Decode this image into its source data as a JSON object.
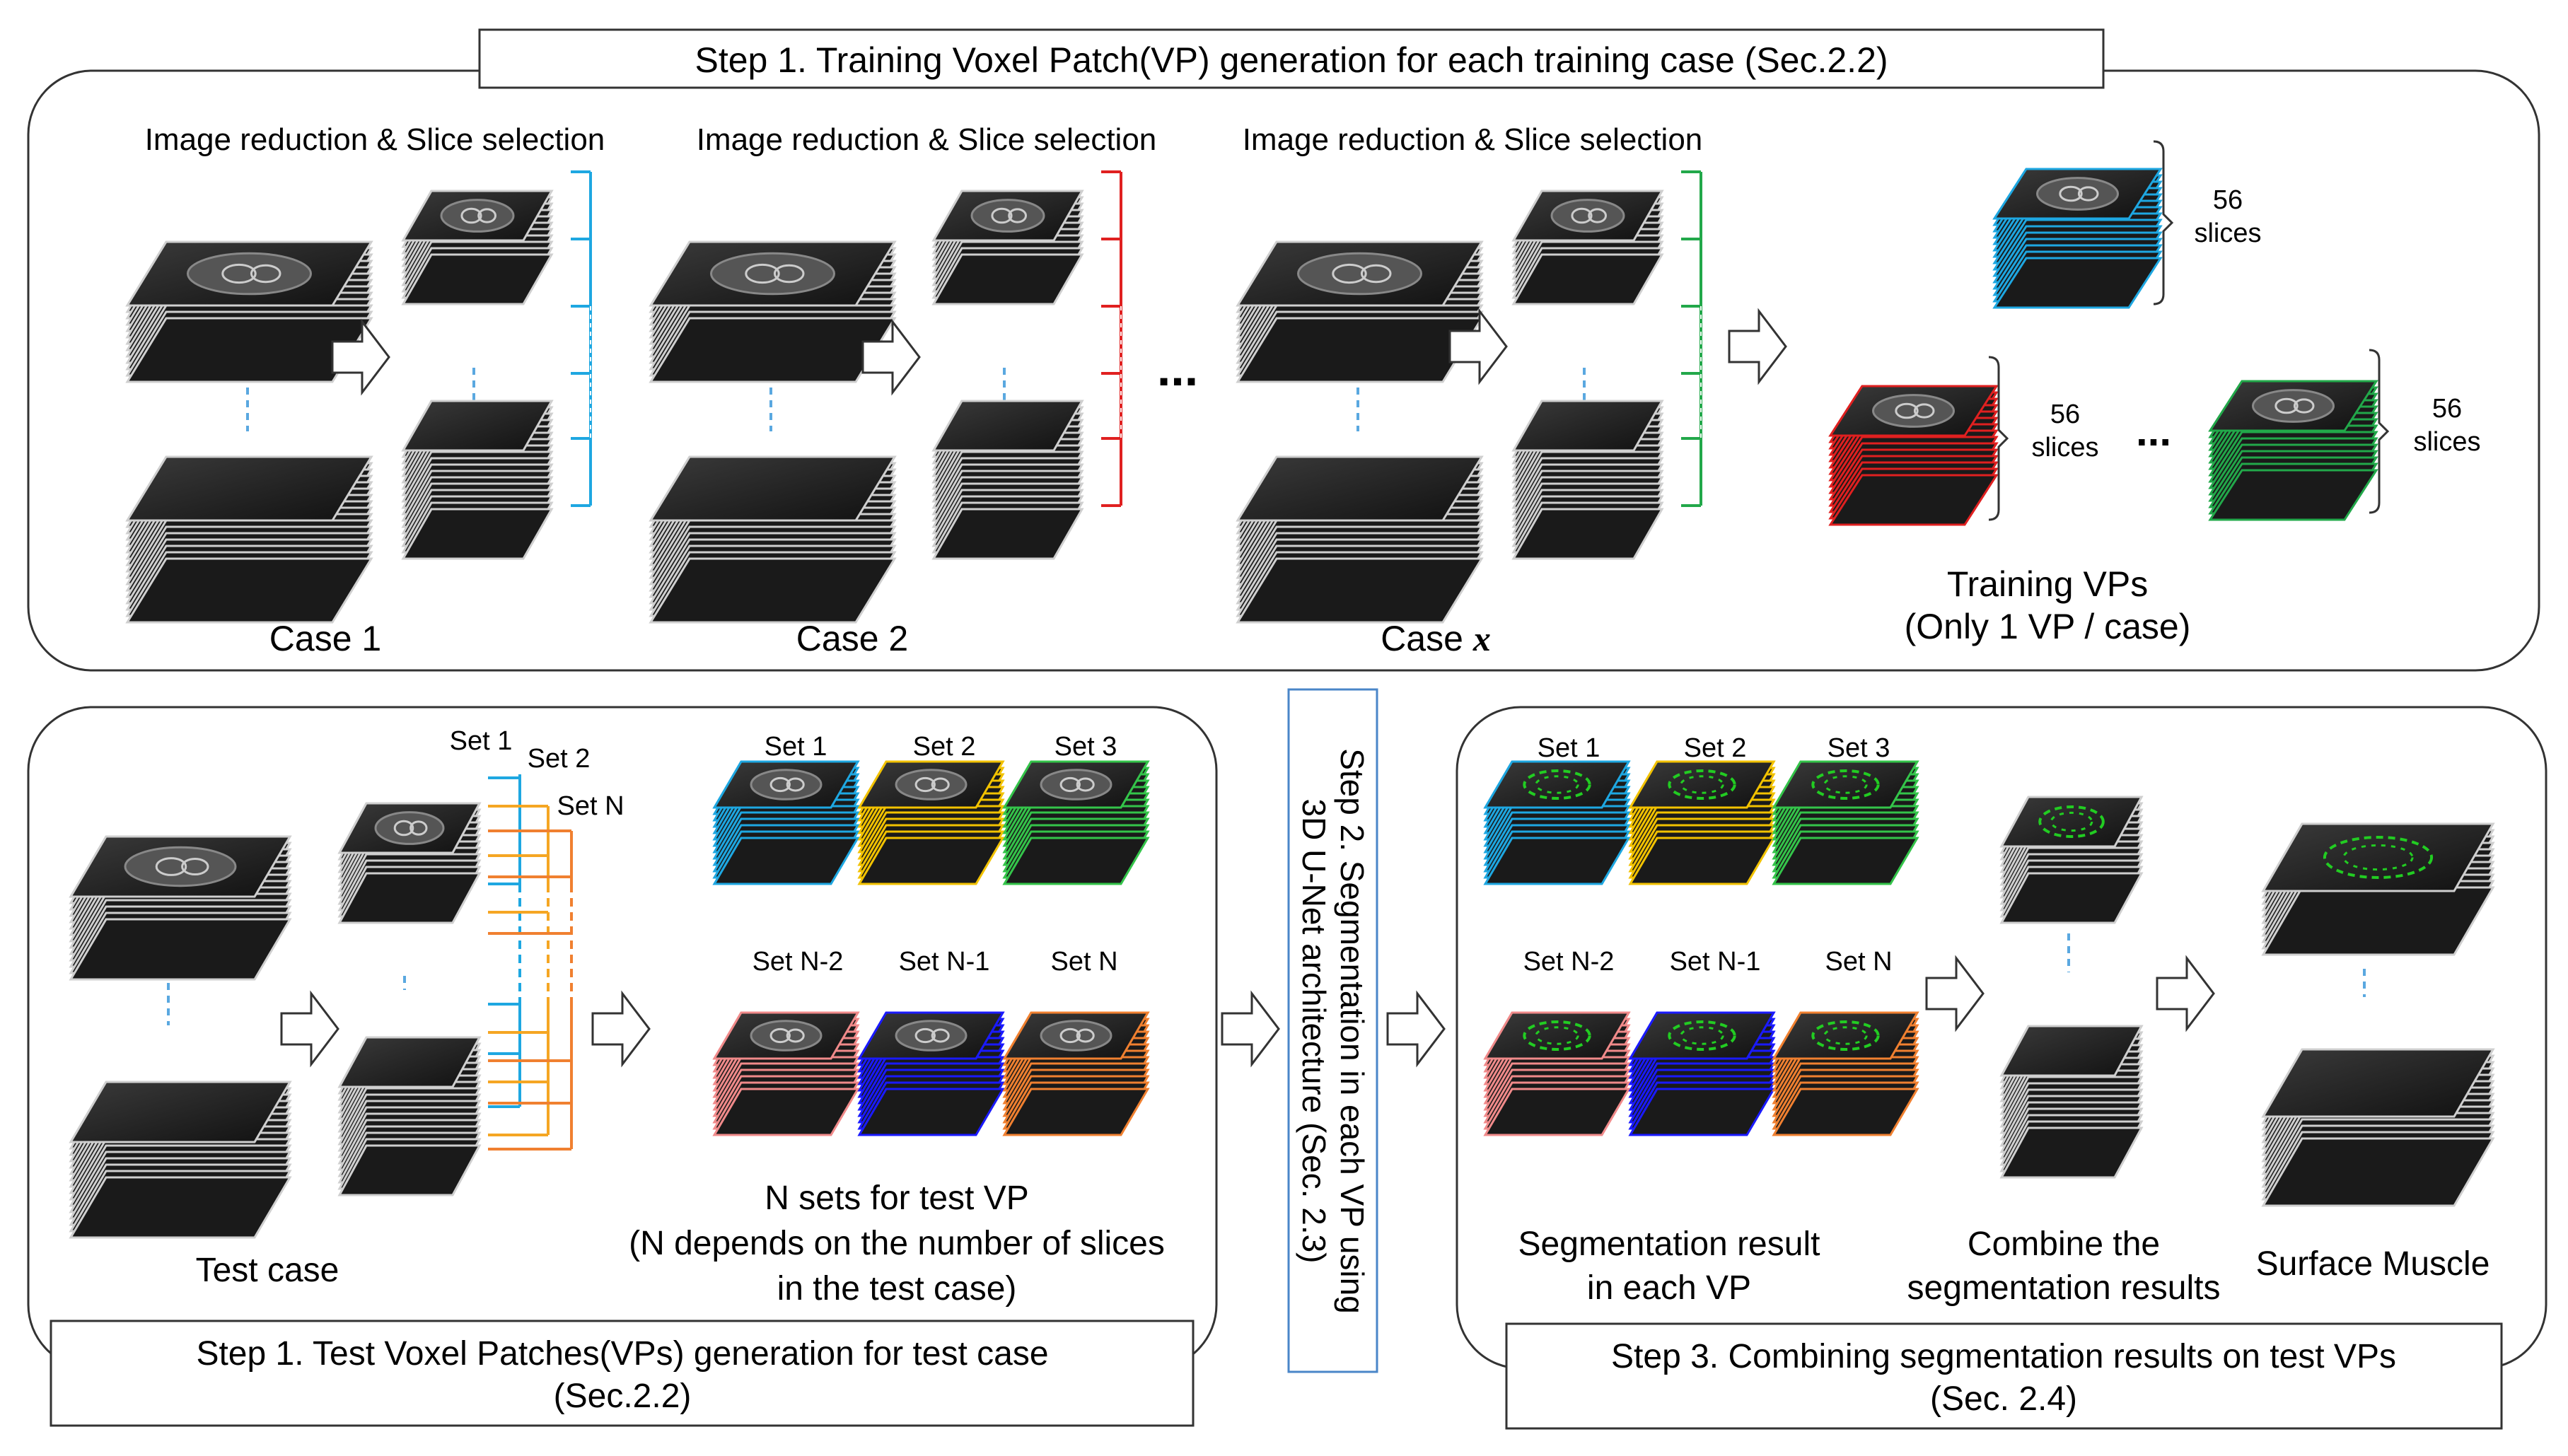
{
  "diagram": {
    "training_panel": {
      "title": "Step 1. Training Voxel Patch(VP) generation for each training case (Sec.2.2)",
      "cases": [
        {
          "heading": "Image reduction & Slice selection",
          "label": "Case 1",
          "bracket_color": "#1ea7e1"
        },
        {
          "heading": "Image reduction & Slice selection",
          "label": "Case 2",
          "bracket_color": "#e02020"
        },
        {
          "heading": "Image reduction & Slice selection",
          "label_prefix": "Case ",
          "label_var": "x",
          "bracket_color": "#22a84a"
        }
      ],
      "ellipsis": "...",
      "vps": [
        {
          "color": "#1ea7e1",
          "count": "56",
          "unit": "slices"
        },
        {
          "color": "#e02020",
          "count": "56",
          "unit": "slices"
        },
        {
          "color": "#22a84a",
          "count": "56",
          "unit": "slices"
        }
      ],
      "vp_ellipsis": "...",
      "caption_line1": "Training VPs",
      "caption_line2": "(Only 1 VP / case)"
    },
    "test_panel": {
      "title_line1": "Step 1. Test Voxel Patches(VPs) generation for test case",
      "title_line2": "(Sec.2.2)",
      "test_case_label": "Test case",
      "set_labels": [
        "Set 1",
        "Set 2",
        "Set N"
      ],
      "set_line_colors": [
        "#1ea7e1",
        "#f5a623",
        "#f08030"
      ],
      "vp_sets": [
        {
          "label": "Set 1",
          "color": "#1ea7e1"
        },
        {
          "label": "Set 2",
          "color": "#f2c200"
        },
        {
          "label": "Set 3",
          "color": "#34c44a"
        },
        {
          "label": "Set N-2",
          "color": "#f08a8a"
        },
        {
          "label": "Set N-1",
          "color": "#1a1aff"
        },
        {
          "label": "Set N",
          "color": "#f08030"
        }
      ],
      "caption_line1": "N sets for test VP",
      "caption_line2": "(N depends  on the number  of slices",
      "caption_line3": "in the test case)"
    },
    "step2": {
      "line1": "Step 2. Segmentation in each VP using",
      "line2": "3D U-Net architecture (Sec. 2.3)"
    },
    "combine_panel": {
      "title_line1": "Step 3. Combining segmentation results on test VPs",
      "title_line2": "(Sec. 2.4)",
      "seg_sets": [
        {
          "label": "Set 1",
          "color": "#1ea7e1"
        },
        {
          "label": "Set 2",
          "color": "#f2c200"
        },
        {
          "label": "Set 3",
          "color": "#34c44a"
        },
        {
          "label": "Set N-2",
          "color": "#f08a8a"
        },
        {
          "label": "Set N-1",
          "color": "#1a1aff"
        },
        {
          "label": "Set N",
          "color": "#f08030"
        }
      ],
      "seg_caption_line1": "Segmentation result",
      "seg_caption_line2": "in each VP",
      "combine_caption_line1": "Combine  the",
      "combine_caption_line2": "segmentation results",
      "result_caption": "Surface Muscle",
      "mask_color": "#22cc22"
    }
  }
}
